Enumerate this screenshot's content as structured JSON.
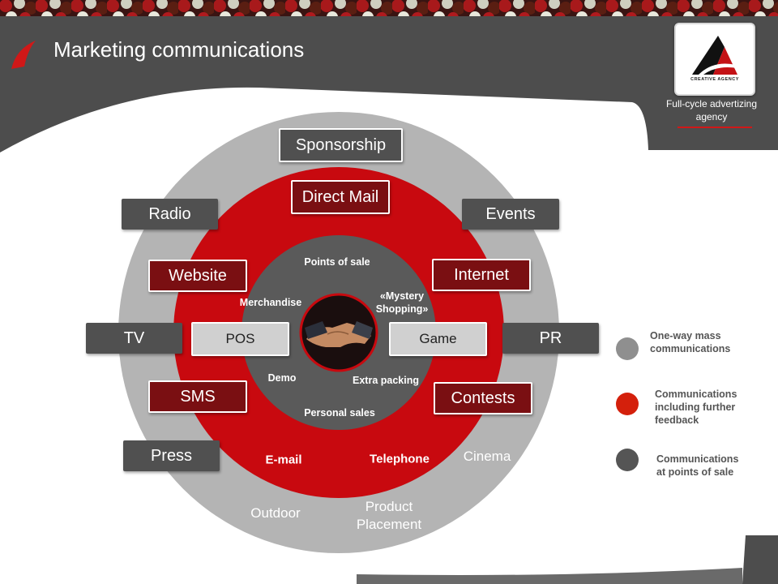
{
  "header": {
    "title": "Marketing communications",
    "tagline": "Full-cycle advertizing agency",
    "logo_text": "CREATIVE AGENCY"
  },
  "colors": {
    "dark_gray": "#505050",
    "outer_ring": "#b4b4b4",
    "red_ring": "#c8090f",
    "inner_circle": "#5a5a5a",
    "dark_red_box": "#7a0f12"
  },
  "diagram": {
    "outer_boxes": {
      "sponsorship": "Sponsorship",
      "radio": "Radio",
      "events": "Events",
      "tv": "TV",
      "pr": "PR",
      "press": "Press"
    },
    "red_boxes": {
      "direct_mail": "Direct Mail",
      "website": "Website",
      "internet": "Internet",
      "sms": "SMS",
      "contests": "Contests"
    },
    "inner_boxes": {
      "pos": "POS",
      "game": "Game"
    },
    "inner_labels": {
      "points_of_sale": "Points of sale",
      "merchandise": "Merchandise",
      "mystery_shopping_1": "«Mystery",
      "mystery_shopping_2": "Shopping»",
      "demo": "Demo",
      "extra_packing": "Extra packing",
      "personal_sales": "Personal sales"
    },
    "red_ring_labels": {
      "email": "E-mail",
      "telephone": "Telephone"
    },
    "gray_ring_labels": {
      "cinema": "Cinema",
      "outdoor": "Outdoor",
      "product_placement_1": "Product",
      "product_placement_2": "Placement"
    },
    "center_image": "handshake"
  },
  "legend": {
    "items": [
      {
        "line1": "One-way mass",
        "line2": "communications",
        "line3": "",
        "color": "#8f8f8f"
      },
      {
        "line1": "Communications",
        "line2": "including further",
        "line3": "feedback",
        "color": "#d4200c"
      },
      {
        "line1": "Communications",
        "line2": "at points of sale",
        "line3": "",
        "color": "#555555"
      }
    ]
  }
}
